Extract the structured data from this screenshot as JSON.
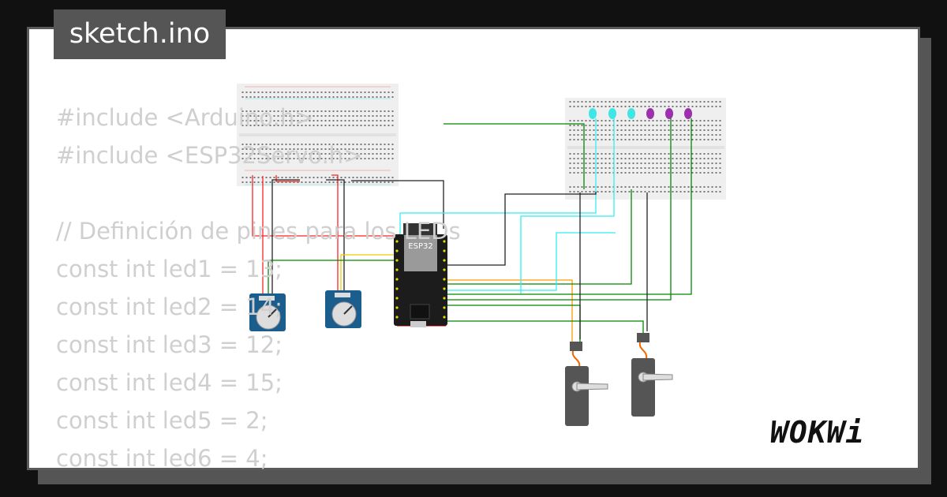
{
  "tab": {
    "filename": "sketch.ino"
  },
  "code": {
    "lines": [
      "#include <Arduino.h>",
      "#include <ESP32Servo.h>",
      "",
      "// Definición de pines para los LEDs",
      "const int led1 = 13;",
      "const int led2 = 14;",
      "const int led3 = 12;",
      "const int led4 = 15;",
      "const int led5 = 2;",
      "const int led6 = 4;"
    ]
  },
  "diagram": {
    "board_label": "ESP32",
    "led_colors": [
      "#3ee6e6",
      "#3ee6e6",
      "#3ee6e6",
      "#9b2fae",
      "#9b2fae",
      "#9b2fae"
    ]
  },
  "logo": {
    "text": "WOKWi"
  }
}
